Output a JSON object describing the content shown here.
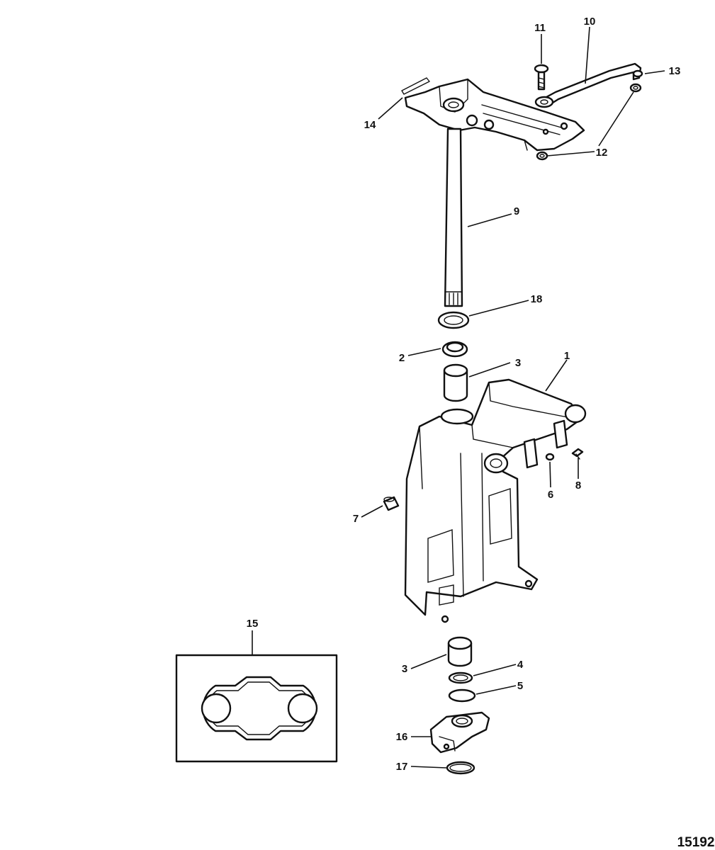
{
  "callouts": {
    "c1": "1",
    "c2": "2",
    "c3a": "3",
    "c3b": "3",
    "c4": "4",
    "c5": "5",
    "c6": "6",
    "c7": "7",
    "c8": "8",
    "c9": "9",
    "c10": "10",
    "c11": "11",
    "c12": "12",
    "c13": "13",
    "c14": "14",
    "c15": "15",
    "c16": "16",
    "c17": "17",
    "c18": "18"
  },
  "figure_number": "15192",
  "colors": {
    "line": "#111111",
    "background": "#ffffff"
  }
}
